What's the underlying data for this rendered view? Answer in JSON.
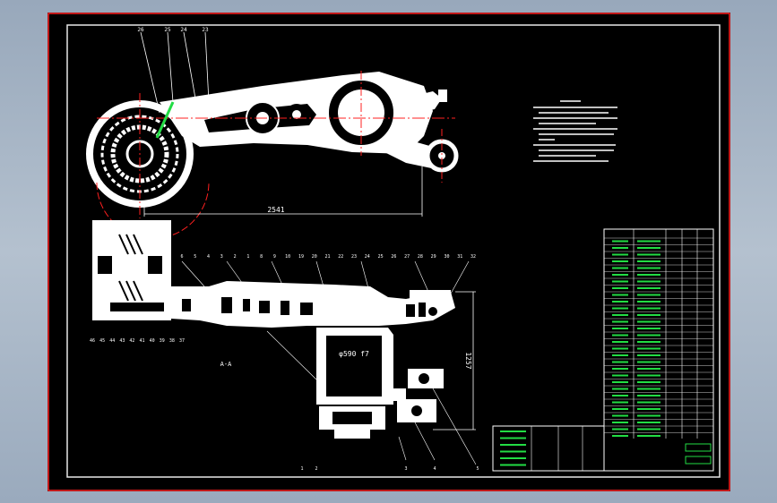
{
  "frame": {
    "border_color": "#e8e8e8",
    "sheet_color": "#000000",
    "line_color": "#ffffff",
    "accent_red": "#ff2020",
    "accent_green": "#22dd44"
  },
  "upper_view": {
    "top_callouts": [
      "26",
      "25",
      "24",
      "23"
    ],
    "overall_length": "2541"
  },
  "section_view": {
    "callouts_top": [
      "6",
      "5",
      "4",
      "3",
      "2",
      "1",
      "8",
      "9",
      "10",
      "19",
      "20",
      "21",
      "22",
      "23",
      "24",
      "25",
      "26",
      "27",
      "28",
      "29",
      "30",
      "31",
      "32"
    ],
    "callouts_left": [
      "46",
      "45",
      "44",
      "43",
      "42",
      "41",
      "40",
      "39",
      "38",
      "37"
    ],
    "callouts_bottom": [
      "1",
      "2",
      "3",
      "4",
      "5"
    ],
    "section_label": "A-A",
    "bore_label": "φ590 f7",
    "height_dim": "1257"
  }
}
